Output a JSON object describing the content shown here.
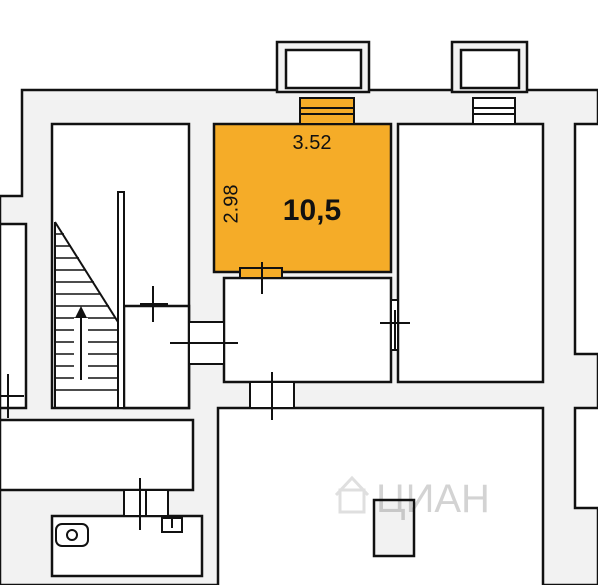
{
  "room": {
    "width_label": "3.52",
    "height_label": "2.98",
    "area_label": "10,5",
    "highlight_color": "#F5AC28"
  },
  "colors": {
    "wall": "#F2F2F2",
    "stroke": "#111111",
    "background": "#FFFFFF"
  },
  "watermark": {
    "text": "ЦИАН",
    "icon": "cian-house-logo-icon"
  },
  "icons": {
    "stair_arrow": "arrow-up-icon",
    "bathtub": "bathtub-icon"
  }
}
